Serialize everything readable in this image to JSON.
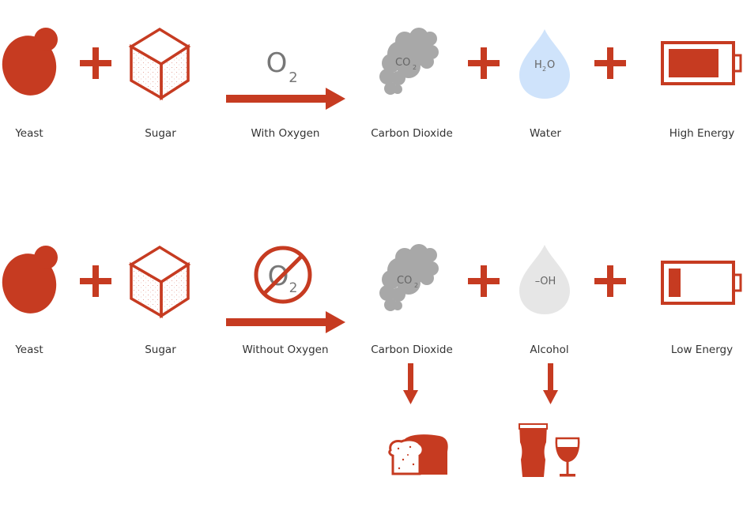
{
  "colors": {
    "accent": "#c63b21",
    "cloud": "#a8a8a8",
    "water": "#cfe3fb",
    "alcohol": "#e6e6e6",
    "text": "#333333",
    "chem_text": "#666666"
  },
  "aerobic": {
    "yeast": "Yeast",
    "sugar": "Sugar",
    "condition": "With Oxygen",
    "oxygen_symbol": "O",
    "oxygen_subscript": "2",
    "product1": "Carbon Dioxide",
    "product1_formula": "CO",
    "product1_formula_sub": "2",
    "product2": "Water",
    "product2_formula_h": "H",
    "product2_formula_sub": "2",
    "product2_formula_o": "O",
    "energy": "High Energy",
    "energy_level": 0.85
  },
  "anaerobic": {
    "yeast": "Yeast",
    "sugar": "Sugar",
    "condition": "Without Oxygen",
    "oxygen_symbol": "O",
    "oxygen_subscript": "2",
    "product1": "Carbon Dioxide",
    "product1_formula": "CO",
    "product1_formula_sub": "2",
    "product2": "Alcohol",
    "product2_formula": "–OH",
    "energy": "Low Energy",
    "energy_level": 0.2
  },
  "icons": {
    "yeast": "yeast-cell-icon",
    "sugar": "sugar-cube-icon",
    "plus": "plus-icon",
    "arrow": "arrow-right-icon",
    "no_oxygen": "no-oxygen-icon",
    "cloud": "co2-cloud-icon",
    "drop": "drop-icon",
    "battery": "battery-icon",
    "bread": "bread-icon",
    "drinks": "beer-wine-icon"
  }
}
